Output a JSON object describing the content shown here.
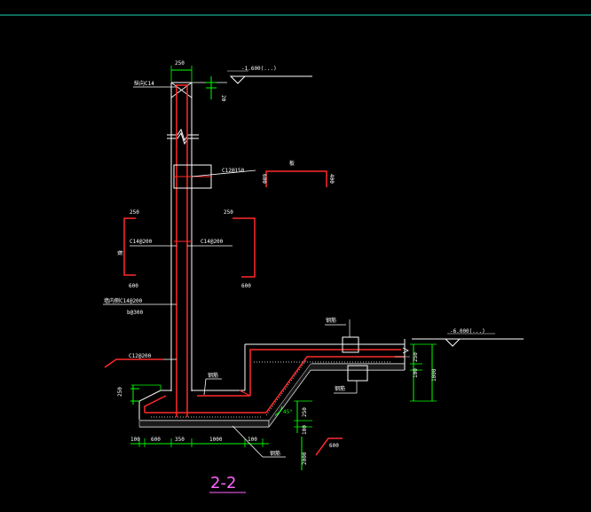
{
  "colors": {
    "background": "#000000",
    "rebar": "#ff2a2a",
    "dimension": "#00ff00",
    "linework": "#ffffff",
    "title": "#ff66ff"
  },
  "labels": {
    "top_dim_250": "250",
    "top_side_20": "20",
    "top_elevation": "-1.600(...)",
    "left_top_bar": "纵向C14",
    "mid_bar_label": "C12@150",
    "mid_dim_600": "600",
    "mid_dim_400": "400",
    "mid_mark": "板",
    "left_dim_250": "250",
    "left_bar": "C14@200",
    "left_dim_600": "600",
    "left_mark": "板",
    "right_dim_250": "250",
    "right_bar": "C14@200",
    "right_dim_600": "600",
    "left_note_1": "墙内侧C14@200",
    "left_note_2": "b@300",
    "base_bar_label": "C12@200",
    "base_left_dim_250": "250",
    "right_elevation": "-6.000(...)",
    "right_dim_1000": "1000",
    "right_dim_100": "100",
    "slope_label": "45°",
    "slope_dim_250": "250",
    "slope_dim_100": "100",
    "base_dim_100a": "100",
    "base_dim_600": "600",
    "base_dim_350": "350",
    "base_dim_1000": "1000",
    "base_dim_100b": "100",
    "bottom_dim_2000": "2000",
    "note_a": "钢筋",
    "note_b": "钢筋",
    "note_c": "钢筋",
    "note_d": "钢筋",
    "section_title": "2-2"
  }
}
